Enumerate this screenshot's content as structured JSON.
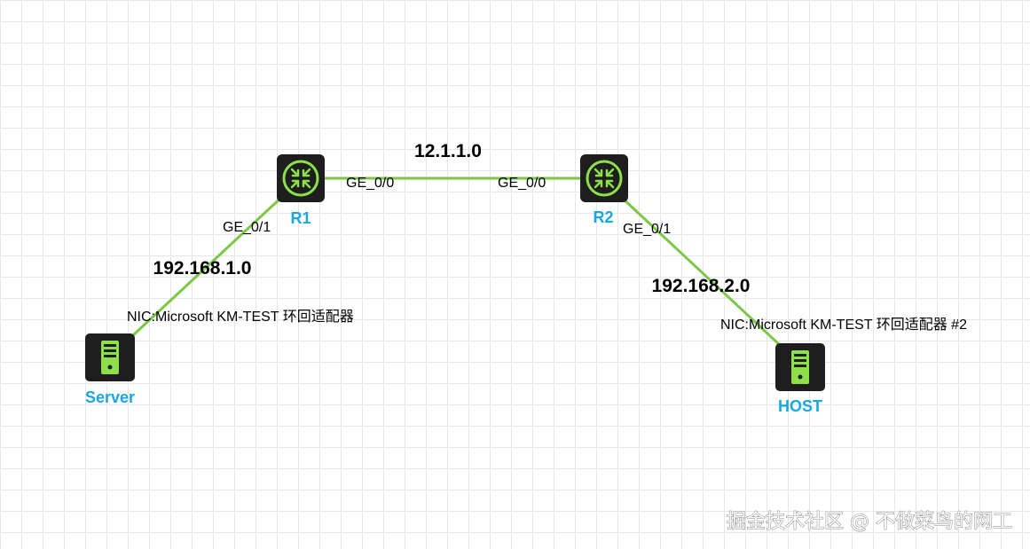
{
  "colors": {
    "link": "#7cc743",
    "device_bg": "#1e1e1e",
    "device_icon": "#8de04a",
    "device_label": "#1aa6e0"
  },
  "devices": {
    "r1": {
      "label": "R1",
      "icon": "router-icon"
    },
    "r2": {
      "label": "R2",
      "icon": "router-icon"
    },
    "server": {
      "label": "Server",
      "icon": "server-icon"
    },
    "host": {
      "label": "HOST",
      "icon": "server-icon"
    }
  },
  "networks": {
    "r1_r2": "12.1.1.0",
    "server_r1": "192.168.1.0",
    "r2_host": "192.168.2.0"
  },
  "ports": {
    "r1_ge00": "GE_0/0",
    "r2_ge00": "GE_0/0",
    "r1_ge01": "GE_0/1",
    "r2_ge01": "GE_0/1"
  },
  "nics": {
    "server": "NIC:Microsoft KM-TEST 环回适配器",
    "host": "NIC:Microsoft KM-TEST 环回适配器 #2"
  },
  "watermark": "掘金技术社区 @ 不做菜鸟的网工"
}
